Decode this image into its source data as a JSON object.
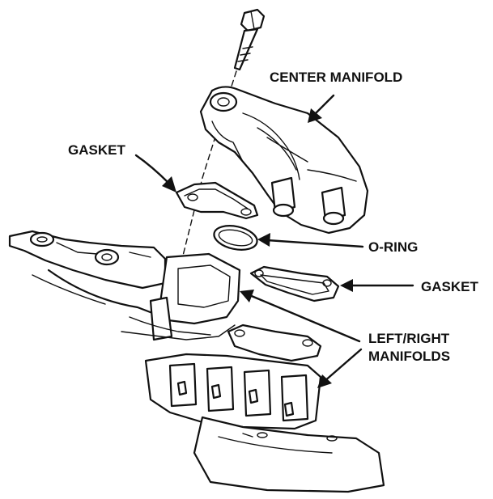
{
  "labels": {
    "center_manifold": "CENTER MANIFOLD",
    "gasket_upper": "GASKET",
    "o_ring": "O-RING",
    "gasket_right": "GASKET",
    "left_right_line1": "LEFT/RIGHT",
    "left_right_line2": "MANIFOLDS"
  }
}
